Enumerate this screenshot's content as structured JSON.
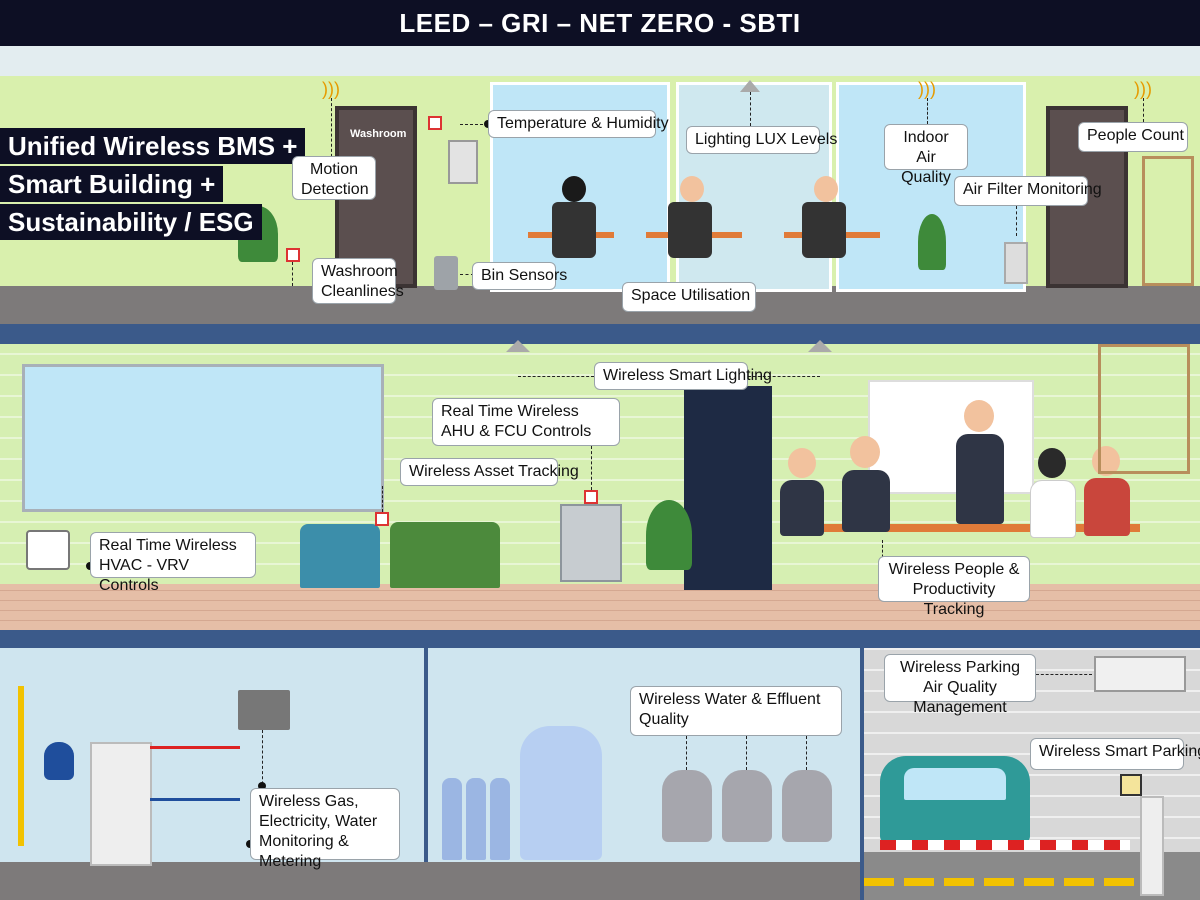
{
  "header": {
    "title": "LEED – GRI – NET ZERO - SBTI"
  },
  "badge_lines": [
    "Unified Wireless BMS +",
    "Smart Building +",
    "Sustainability / ESG"
  ],
  "door_sign": "Washroom",
  "labels": {
    "motion_detection": "Motion Detection",
    "temperature_humidity": "Temperature & Humidity",
    "lighting_lux": "Lighting LUX Levels",
    "indoor_air_quality": "Indoor Air Quality",
    "people_count": "People  Count",
    "air_filter_monitoring": "Air Filter Monitoring",
    "washroom_cleanliness": "Washroom Cleanliness",
    "bin_sensors": "Bin Sensors",
    "space_utilisation": "Space Utilisation",
    "wireless_smart_lighting": "Wireless Smart Lighting",
    "ahu_fcu": "Real Time Wireless AHU & FCU Controls",
    "asset_tracking": "Wireless Asset Tracking",
    "hvac_vrv": "Real Time Wireless HVAC - VRV Controls",
    "people_productivity": "Wireless People & Productivity Tracking",
    "gas_electricity_water": "Wireless Gas, Electricity, Water Monitoring & Metering",
    "water_effluent": "Wireless Water & Effluent Quality",
    "parking_air_quality": "Wireless Parking Air Quality Management",
    "smart_parking": "Wireless Smart Parking"
  },
  "colors": {
    "accent": "#0d0f24",
    "divider": "#3b5a8a",
    "sensor": "#d33333",
    "signal": "#e69b00"
  }
}
